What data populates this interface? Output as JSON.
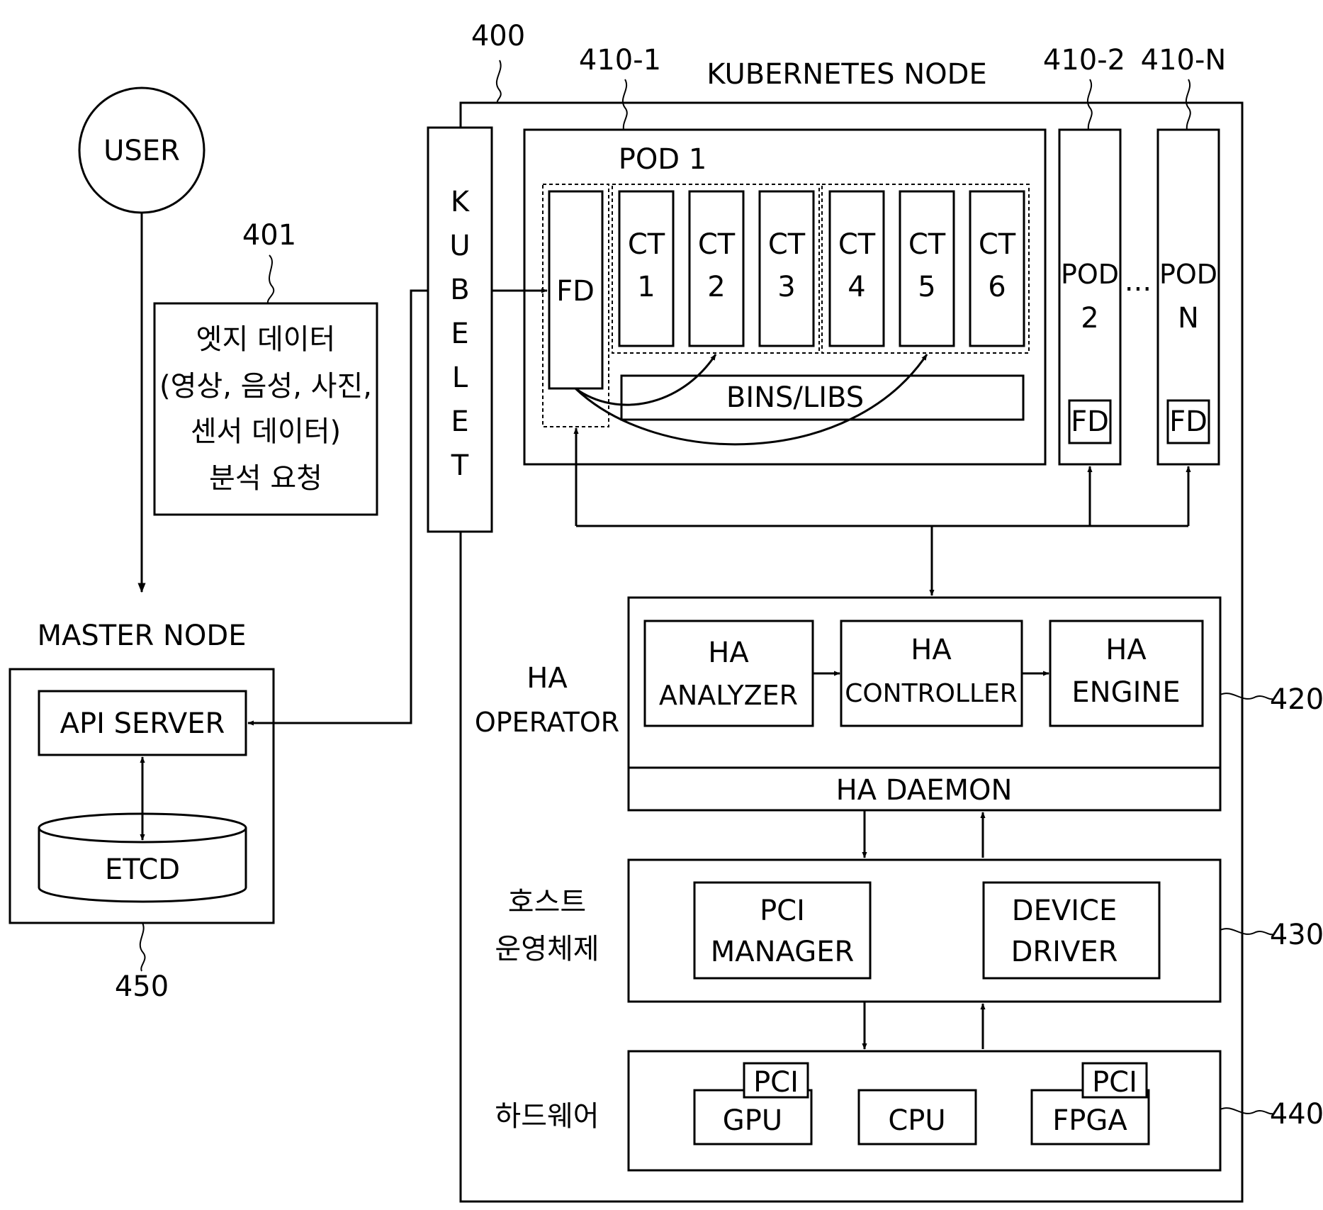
{
  "refs": {
    "node": "400",
    "pod1": "410-1",
    "pod2": "410-2",
    "podn": "410-N",
    "edge_request": "401",
    "ha_operator": "420",
    "host_os": "430",
    "hardware": "440",
    "master": "450"
  },
  "user": "USER",
  "edge_request": {
    "line1": "엣지 데이터",
    "line2": "(영상, 음성, 사진,",
    "line3": "센서 데이터)",
    "line4": "분석 요청"
  },
  "master_node": {
    "title": "MASTER NODE",
    "api_server": "API SERVER",
    "etcd": "ETCD"
  },
  "k8s_node": {
    "title": "KUBERNETES NODE",
    "kubelet": [
      "K",
      "U",
      "B",
      "E",
      "L",
      "E",
      "T"
    ]
  },
  "pod1": {
    "title": "POD 1",
    "fd": "FD",
    "containers": [
      {
        "l1": "CT",
        "l2": "1"
      },
      {
        "l1": "CT",
        "l2": "2"
      },
      {
        "l1": "CT",
        "l2": "3"
      },
      {
        "l1": "CT",
        "l2": "4"
      },
      {
        "l1": "CT",
        "l2": "5"
      },
      {
        "l1": "CT",
        "l2": "6"
      }
    ],
    "bins_libs": "BINS/LIBS"
  },
  "pod2": {
    "l1": "POD",
    "l2": "2",
    "fd": "FD"
  },
  "ellipsis": "...",
  "podn": {
    "l1": "POD",
    "l2": "N",
    "fd": "FD"
  },
  "ha_operator": {
    "label_l1": "HA",
    "label_l2": "OPERATOR",
    "analyzer_l1": "HA",
    "analyzer_l2": "ANALYZER",
    "controller_l1": "HA",
    "controller_l2": "CONTROLLER",
    "engine_l1": "HA",
    "engine_l2": "ENGINE",
    "daemon": "HA DAEMON"
  },
  "host_os": {
    "label_l1": "호스트",
    "label_l2": "운영체제",
    "pci_manager_l1": "PCI",
    "pci_manager_l2": "MANAGER",
    "device_driver_l1": "DEVICE",
    "device_driver_l2": "DRIVER"
  },
  "hardware": {
    "label": "하드웨어",
    "gpu": "GPU",
    "gpu_pci": "PCI",
    "cpu": "CPU",
    "fpga": "FPGA",
    "fpga_pci": "PCI"
  }
}
